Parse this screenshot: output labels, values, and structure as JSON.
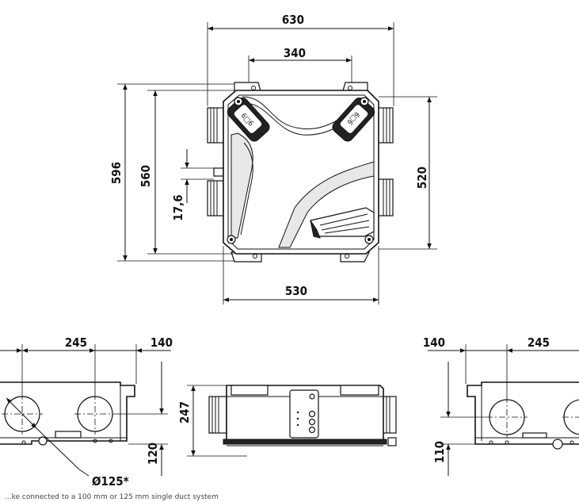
{
  "top_view": {
    "dims": {
      "overall_width": "630",
      "spigot_spacing": "340",
      "overall_height": "596",
      "body_height": "560",
      "drain_offset": "17,6",
      "right_height": "520",
      "base_width": "530"
    }
  },
  "side_view_left": {
    "dims": {
      "spacing": "245",
      "offset": "140",
      "height": "120"
    },
    "diameter_label": "Ø125*"
  },
  "front_view": {
    "dims": {
      "height": "247"
    }
  },
  "side_view_right": {
    "dims": {
      "offset": "140",
      "spacing": "245",
      "height": "110"
    }
  },
  "footnote": "...ke connected to a 100 mm or 125 mm single duct system"
}
